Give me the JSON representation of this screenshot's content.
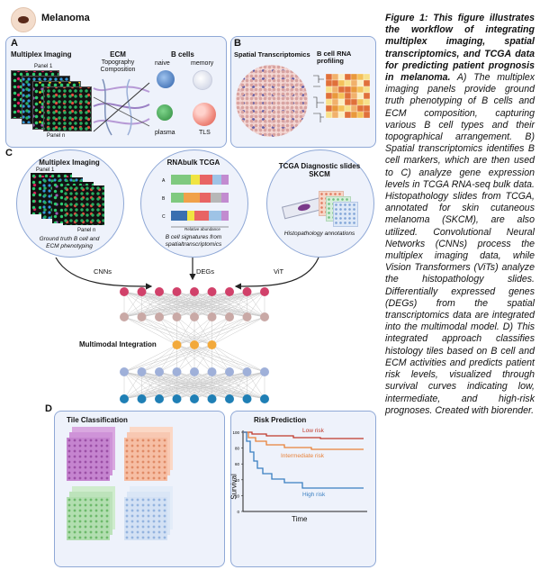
{
  "header": {
    "title": "Melanoma"
  },
  "panels": {
    "a": {
      "letter": "A",
      "multiplex_title": "Multiplex Imaging",
      "panel1": "Panel 1",
      "paneln": "Panel n",
      "ecm_title": "ECM",
      "ecm_sub": "Topography\nComposition",
      "bcells_title": "B cells",
      "naive": "naive",
      "memory": "memory",
      "plasma": "plasma",
      "tls": "TLS"
    },
    "b": {
      "letter": "B",
      "spatial_title": "Spatial Transcriptomics",
      "rna_title": "B cell RNA\nprofiling"
    },
    "c": {
      "letter": "C",
      "multiplex_title": "Multiplex Imaging",
      "panel1": "Panel 1",
      "paneln": "Panel n",
      "multiplex_note": "Ground truth B cell and\nECM phenotyping",
      "rna_title": "RNAbulk TCGA",
      "rna_rows": [
        "A",
        "B",
        "C"
      ],
      "rna_axis": "Relative abundance",
      "rna_note": "B cell signatures from\nspatialtranscriptomics",
      "tcga_title": "TCGA Diagnostic slides\nSKCM",
      "tcga_note": "Histopathology annotations",
      "cnns": "CNNs",
      "degs": "DEGs",
      "vit": "ViT",
      "integration": "Multimodal Integration"
    },
    "d": {
      "letter": "D",
      "tile_title": "Tile Classification",
      "risk_title": "Risk Prediction",
      "low_risk": "Low risk",
      "intermediate_risk": "Intermediate risk",
      "high_risk": "High risk",
      "ylabel": "Survival",
      "xlabel": "Time",
      "yticks": [
        "100",
        "80",
        "60",
        "40",
        "20",
        "0"
      ]
    }
  },
  "caption": {
    "bold": "Figure 1: This figure illustrates the workflow of integrating multiplex imaging, spatial transcriptomics, and TCGA data for predicting patient prognosis in melanoma.",
    "body": " A) The multiplex imaging panels provide ground truth phenotyping of B cells and ECM composition, capturing various B cell types and their topographical arrangement. B) Spatial transcriptomics identifies B cell markers, which are then used to C) analyze gene expression levels in TCGA RNA-seq bulk data. Histopathology slides from TCGA, annotated for skin cutaneous melanoma (SKCM), are also utilized. Convolutional Neural Networks (CNNs) process the multiplex imaging data, while Vision Transformers (ViTs) analyze the histopathology slides. Differentially expressed genes (DEGs) from the spatial transcriptomics data are integrated into the multimodal model. D) This integrated approach classifies histology tiles based on B cell and ECM activities and predicts patient risk levels, visualized through survival curves indicating low, intermediate, and high-risk prognoses. Created with biorender."
  },
  "colors": {
    "panel_bg": "#eef2fb",
    "panel_border": "#8fa8d6",
    "low_risk": "#c0392b",
    "intermediate_risk": "#e8823a",
    "high_risk": "#3a7fc1",
    "nn_layers": [
      "#d1416a",
      "#c9a9a6",
      "#f2a93b",
      "#9fb0d9",
      "#1f7fb5"
    ]
  },
  "network": {
    "layer_sizes": [
      9,
      9,
      3,
      9,
      9
    ]
  }
}
